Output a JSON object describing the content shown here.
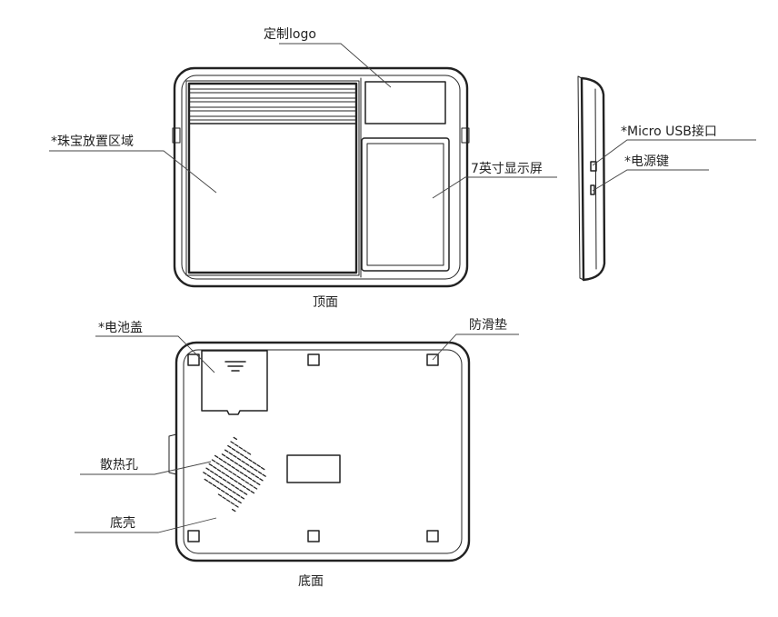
{
  "labels": {
    "logo": "定制logo",
    "jewelry_area": "*珠宝放置区域",
    "display": "7英寸显示屏",
    "micro_usb": "*Micro USB接口",
    "power_key": "*电源键",
    "top_view": "顶面",
    "battery_cover": "*电池盖",
    "anti_slip": "防滑垫",
    "vent_holes": "散热孔",
    "bottom_shell": "底壳",
    "bottom_view": "底面"
  }
}
